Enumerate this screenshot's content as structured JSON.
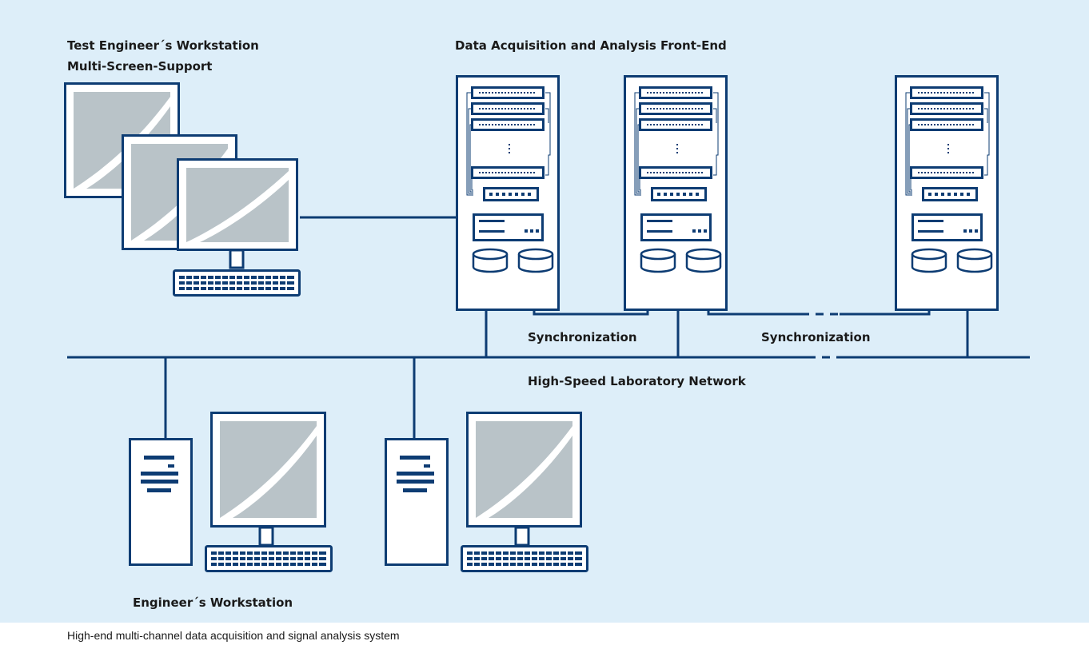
{
  "labels": {
    "test_engineer_line1": "Test Engineer´s Workstation",
    "test_engineer_line2": "Multi-Screen-Support",
    "front_end": "Data Acquisition and Analysis Front-End",
    "sync_1": "Synchronization",
    "sync_2": "Synchronization",
    "network": "High-Speed Laboratory Network",
    "engineer_workstation": "Engineer´s Workstation"
  },
  "caption": "High-end multi-channel data acquisition and signal analysis system",
  "colors": {
    "background": "#ddeef9",
    "line": "#0d3c73",
    "fill": "#ffffff",
    "screen_gray": "#b9c3c8"
  }
}
